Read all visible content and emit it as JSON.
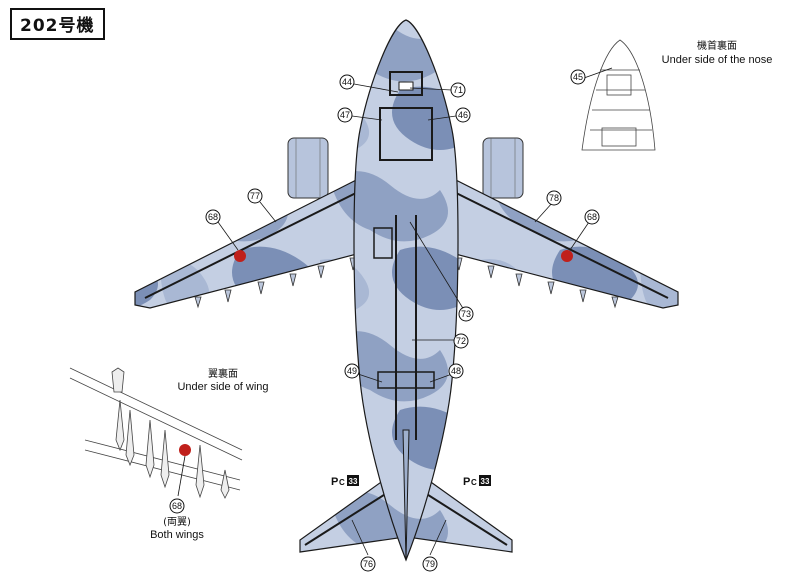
{
  "header": {
    "title": "202号機"
  },
  "insets": {
    "nose": {
      "jp": "機首裏面",
      "en": "Under side of the nose"
    },
    "wing": {
      "jp": "翼裏面",
      "en": "Under side of wing",
      "both_jp": "(両翼)",
      "both_en": "Both wings"
    }
  },
  "callouts": {
    "c44": "44",
    "c71": "71",
    "c47": "47",
    "c46": "46",
    "c77": "77",
    "c78": "78",
    "c68l": "68",
    "c68r": "68",
    "c73": "73",
    "c72": "72",
    "c49": "49",
    "c48": "48",
    "c76": "76",
    "c79": "79",
    "c45": "45",
    "c68w": "68"
  },
  "paint_codes": {
    "left": {
      "prefix": "P",
      "sub": "C",
      "num": "33"
    },
    "right": {
      "prefix": "P",
      "sub": "C",
      "num": "33"
    }
  },
  "colors": {
    "camo_light": "#c9d4e6",
    "camo_mid": "#a3b3cf",
    "camo_dark": "#7d90b5",
    "roundel": "#c0201b",
    "line": "#1a1a1a"
  }
}
